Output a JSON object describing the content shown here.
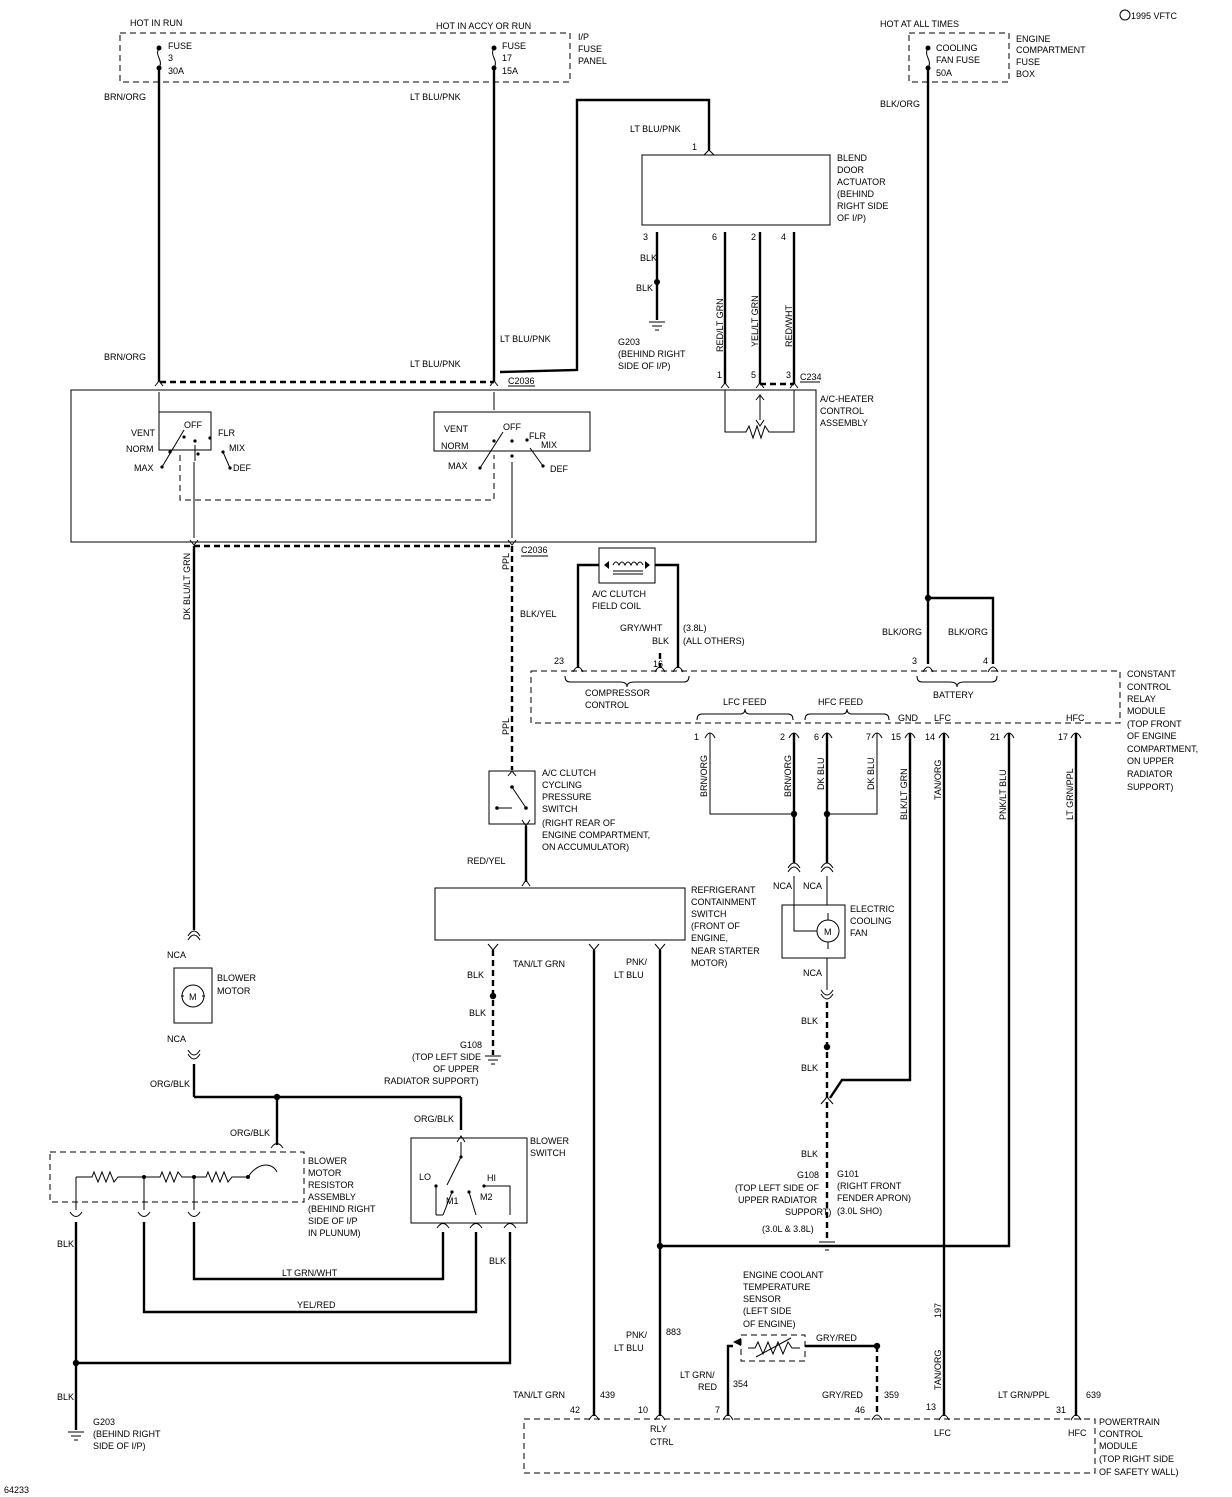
{
  "copyright": "1995 VFTC",
  "figure_id": "64233",
  "power": {
    "hot_in_run": "HOT IN RUN",
    "hot_in_accy_or_run": "HOT IN ACCY OR RUN",
    "hot_at_all_times": "HOT AT ALL TIMES",
    "fuse3": [
      "FUSE",
      "3",
      "30A"
    ],
    "fuse17": [
      "FUSE",
      "17",
      "15A"
    ],
    "ip_fuse_panel": [
      "I/P",
      "FUSE",
      "PANEL"
    ],
    "cooling_fan_fuse": [
      "COOLING",
      "FAN FUSE",
      "50A"
    ],
    "engine_fuse_box": [
      "ENGINE",
      "COMPARTMENT",
      "FUSE",
      "BOX"
    ]
  },
  "wires": {
    "brn_org": "BRN/ORG",
    "lt_blu_pnk": "LT BLU/PNK",
    "blk_org": "BLK/ORG",
    "blk": "BLK",
    "red_lt_grn": "RED/LT GRN",
    "yel_lt_grn": "YEL/LT GRN",
    "red_wht": "RED/WHT",
    "dk_blu_lt_grn": "DK BLU/LT GRN",
    "ppl": "PPL",
    "blk_yel": "BLK/YEL",
    "gry_wht": "GRY/WHT",
    "red_yel": "RED/YEL",
    "tan_lt_grn": "TAN/LT GRN",
    "pnk": "PNK/",
    "lt_blu": "LT BLU",
    "dk_blu": "DK BLU",
    "blk_lt_grn": "BLK/LT GRN",
    "tan_org": "TAN/ORG",
    "pnk_lt_blu": "PNK/LT BLU",
    "lt_grn_ppl": "LT GRN/PPL",
    "org_blk": "ORG/BLK",
    "lt_grn_wht": "LT GRN/WHT",
    "yel_red": "YEL/RED",
    "gry_red": "GRY/RED",
    "lt_grn": "LT GRN/",
    "red": "RED"
  },
  "connectors": {
    "c2036": "C2036",
    "c234": "C234",
    "nca": "NCA"
  },
  "components": {
    "blend_door": [
      "BLEND",
      "DOOR",
      "ACTUATOR",
      "(BEHIND",
      "RIGHT SIDE",
      "OF I/P)"
    ],
    "ac_heater": [
      "A/C-HEATER",
      "CONTROL",
      "ASSEMBLY"
    ],
    "ac_clutch_coil": [
      "A/C CLUTCH",
      "FIELD COIL"
    ],
    "ccrm": [
      "CONSTANT",
      "CONTROL",
      "RELAY",
      "MODULE",
      "(TOP FRONT",
      "OF ENGINE",
      "COMPARTMENT,",
      "ON UPPER",
      "RADIATOR",
      "SUPPORT)"
    ],
    "compressor_control": [
      "COMPRESSOR",
      "CONTROL"
    ],
    "battery": "BATTERY",
    "lfc_feed": "LFC FEED",
    "hfc_feed": "HFC FEED",
    "gnd": "GND",
    "lfc": "LFC",
    "hfc": "HFC",
    "cycling_switch": [
      "A/C CLUTCH",
      "CYCLING",
      "PRESSURE",
      "SWITCH",
      "(RIGHT REAR OF",
      "ENGINE COMPARTMENT,",
      "ON ACCUMULATOR)"
    ],
    "refrig_switch": [
      "REFRIGERANT",
      "CONTAINMENT",
      "SWITCH",
      "(FRONT OF",
      "ENGINE,",
      "NEAR STARTER",
      "MOTOR)"
    ],
    "cooling_fan": [
      "ELECTRIC",
      "COOLING",
      "FAN"
    ],
    "blower_motor": [
      "BLOWER",
      "MOTOR"
    ],
    "resistor": [
      "BLOWER",
      "MOTOR",
      "RESISTOR",
      "ASSEMBLY",
      "(BEHIND RIGHT",
      "SIDE OF I/P",
      "IN PLUNUM)"
    ],
    "blower_switch": [
      "BLOWER",
      "SWITCH"
    ],
    "ect_sensor": [
      "ENGINE COOLANT",
      "TEMPERATURE",
      "SENSOR",
      "(LEFT SIDE",
      "OF ENGINE)"
    ],
    "pcm": [
      "POWERTRAIN",
      "CONTROL",
      "MODULE",
      "(TOP RIGHT SIDE",
      "OF SAFETY WALL)"
    ],
    "rly_ctrl": [
      "RLY",
      "CTRL"
    ],
    "motor_m": "M"
  },
  "switch_labels": {
    "vent": "VENT",
    "norm": "NORM",
    "max": "MAX",
    "off": "OFF",
    "flr": "FLR",
    "mix": "MIX",
    "def": "DEF",
    "lo": "LO",
    "hi": "HI",
    "m1": "M1",
    "m2": "M2"
  },
  "grounds": {
    "g203_top": [
      "G203",
      "(BEHIND RIGHT",
      "SIDE OF I/P)"
    ],
    "g108_left": [
      "G108",
      "(TOP LEFT SIDE",
      "OF UPPER",
      "RADIATOR SUPPORT)"
    ],
    "g108_right": [
      "G108",
      "(TOP LEFT SIDE OF",
      "UPPER RADIATOR",
      "SUPPORT)",
      "(3.0L & 3.8L)"
    ],
    "g101": [
      "G101",
      "(RIGHT FRONT",
      "FENDER APRON)",
      "(3.0L SHO)"
    ],
    "g203_bottom": [
      "G203",
      "(BEHIND RIGHT",
      "SIDE OF I/P)"
    ]
  },
  "engine_notes": {
    "l38": "(3.8L)",
    "all_others": "(ALL OTHERS)"
  },
  "pins": {
    "bd_1": "1",
    "bd_3": "3",
    "bd_6": "6",
    "bd_2": "2",
    "bd_4": "4",
    "c234_1": "1",
    "c234_5": "5",
    "c234_3": "3",
    "ccrm_23": "23",
    "ccrm_16": "16",
    "ccrm_3": "3",
    "ccrm_4": "4",
    "ccrm_1": "1",
    "ccrm_2": "2",
    "ccrm_6": "6",
    "ccrm_7": "7",
    "ccrm_15": "15",
    "ccrm_14": "14",
    "ccrm_21": "21",
    "ccrm_17": "17",
    "pcm_42": "42",
    "pcm_10": "10",
    "pcm_7": "7",
    "pcm_46": "46",
    "pcm_13": "13",
    "pcm_31": "31"
  },
  "circuits": {
    "c439": "439",
    "c883": "883",
    "c354": "354",
    "c359": "359",
    "c197": "197",
    "c639": "639"
  }
}
